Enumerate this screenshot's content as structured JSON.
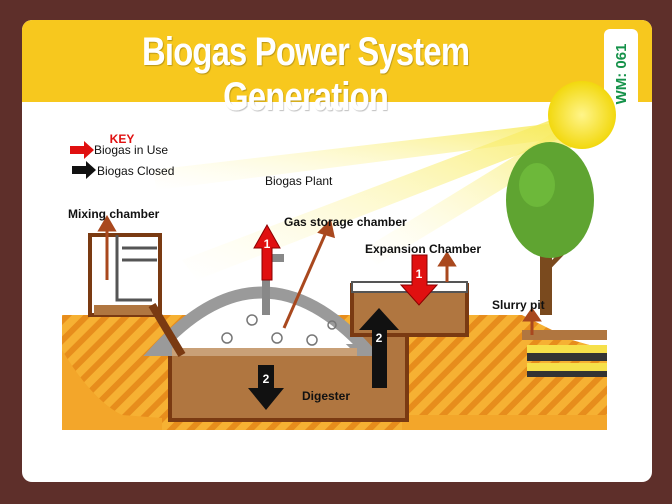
{
  "title": "Biogas Power System Generation",
  "badge": "WM: 061",
  "key": {
    "heading": "KEY",
    "items": [
      {
        "label": "Biogas in Use",
        "color": "#e01010"
      },
      {
        "label": "Biogas Closed",
        "color": "#111111"
      }
    ]
  },
  "diagram": {
    "plant_label": "Biogas Plant",
    "labels": {
      "mixing": "Mixing chamber",
      "gas_storage": "Gas storage chamber",
      "expansion": "Expansion Chamber",
      "slurry": "Slurry pit",
      "digester": "Digester"
    },
    "flow_numbers": {
      "red_up": "1",
      "red_down": "1",
      "black_up": "2",
      "black_down": "2"
    }
  },
  "colors": {
    "background": "#5e2f2a",
    "header": "#f7c81e",
    "badge_text": "#15924a",
    "soil": "#f3a62a",
    "slurry": "#b07640",
    "arrow_pointer": "#a9481e"
  }
}
